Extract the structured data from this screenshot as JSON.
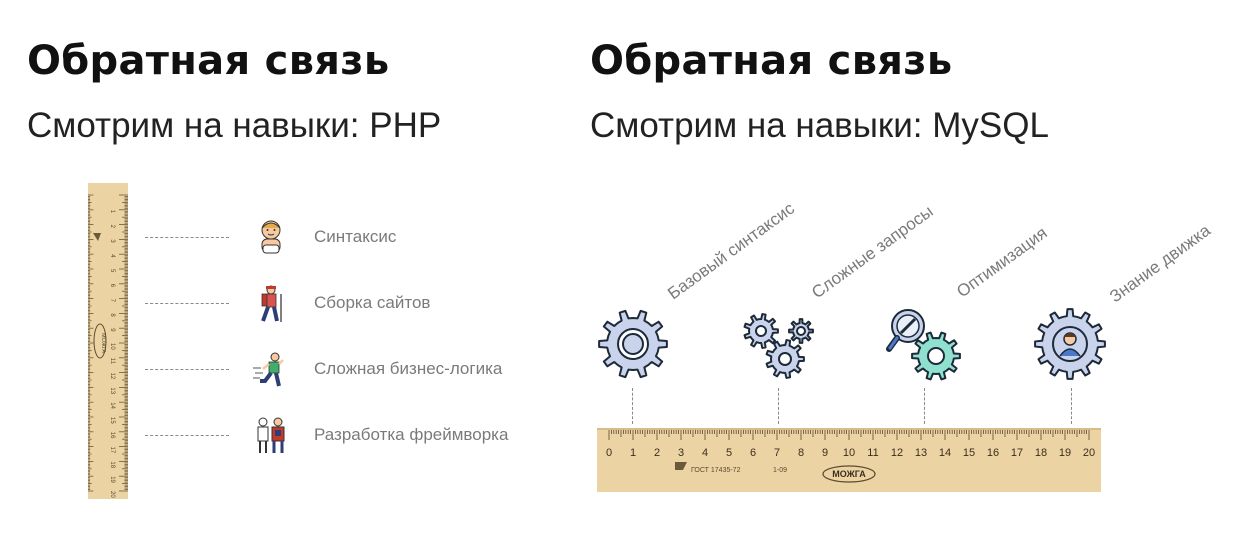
{
  "left": {
    "title": "Обратная связь",
    "subtitle": "Смотрим на навыки: PHP",
    "skills": [
      {
        "label": "Синтаксис",
        "icon": "baby-icon"
      },
      {
        "label": "Сборка сайтов",
        "icon": "hiker-icon"
      },
      {
        "label": "Сложная бизнес-логика",
        "icon": "runner-icon"
      },
      {
        "label": "Разработка фреймворка",
        "icon": "superhero-icon"
      }
    ],
    "ruler": {
      "numbers": [
        "1",
        "2",
        "3",
        "4",
        "5",
        "6",
        "7",
        "8",
        "9",
        "10",
        "11",
        "12",
        "13",
        "14",
        "15",
        "16",
        "17",
        "18",
        "19",
        "20"
      ],
      "brand": "МОЖГА"
    }
  },
  "right": {
    "title": "Обратная связь",
    "subtitle": "Смотрим на навыки: MySQL",
    "milestones": [
      {
        "label": "Базовый синтаксис",
        "icon": "gear-icon"
      },
      {
        "label": "Сложные запросы",
        "icon": "gears-icon"
      },
      {
        "label": "Оптимизация",
        "icon": "magnifier-gear-icon"
      },
      {
        "label": "Знание движка",
        "icon": "person-gear-icon"
      }
    ],
    "ruler": {
      "numbers": [
        "0",
        "1",
        "2",
        "3",
        "4",
        "5",
        "6",
        "7",
        "8",
        "9",
        "10",
        "11",
        "12",
        "13",
        "14",
        "15",
        "16",
        "17",
        "18",
        "19",
        "20"
      ],
      "gost": "ГОСТ 17435-72",
      "code": "1-09",
      "brand": "МОЖГА"
    }
  },
  "colors": {
    "wood": "#ecd3a4",
    "gear_blue": "#c9d4ec",
    "gear_teal": "#8fe0cf",
    "outline": "#1d2a3a"
  }
}
